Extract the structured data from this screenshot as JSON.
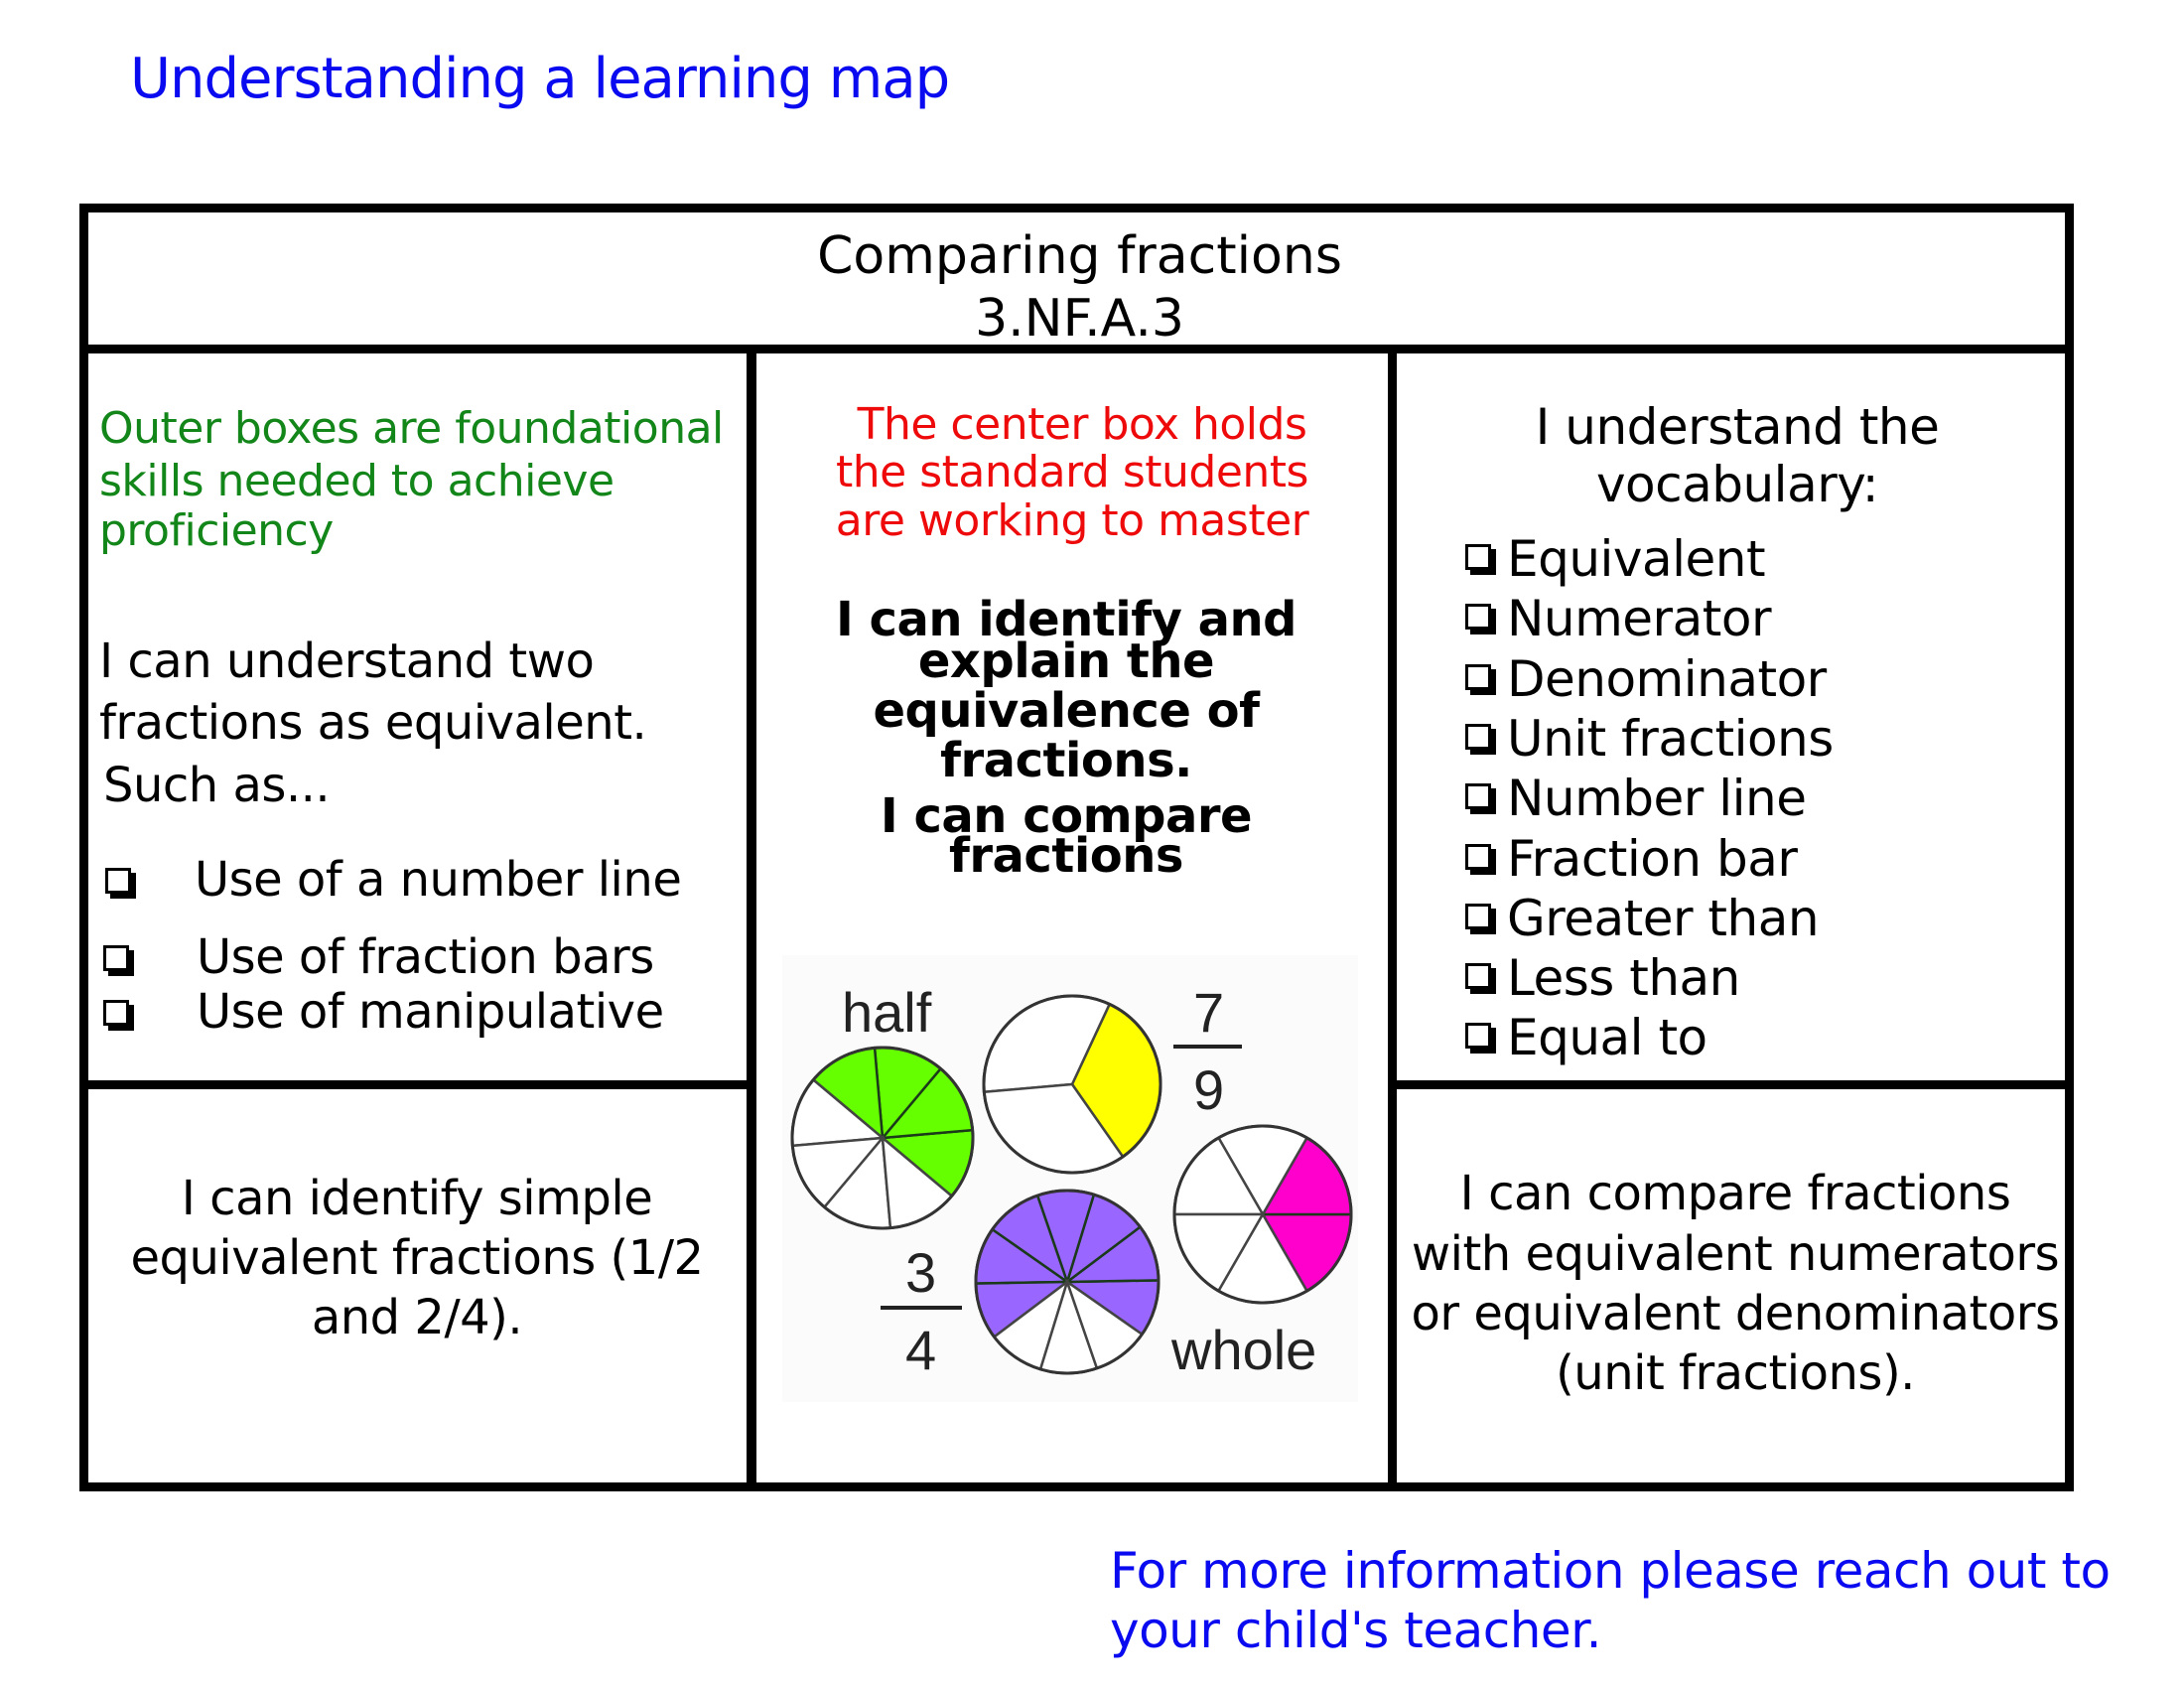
{
  "title": "Understanding a learning map",
  "standard": {
    "name": "Comparing fractions",
    "code": "3.NF.A.3"
  },
  "left_top": {
    "note_lines": [
      "Outer boxes are foundational",
      "skills needed to achieve",
      "proficiency"
    ],
    "statement_lines": [
      "I can understand two",
      "fractions as equivalent.",
      "Such as..."
    ],
    "checklist": [
      "Use of a number line",
      "Use of fraction bars",
      "Use of manipulative"
    ]
  },
  "left_bottom": {
    "lines": [
      "I can identify simple",
      "equivalent fractions (1/2",
      "and 2/4)."
    ]
  },
  "center": {
    "note_lines": [
      "The center box holds",
      "the standard students",
      "are working to master"
    ],
    "target1_lines": [
      "I can identify and",
      "explain the",
      "equivalence of",
      "fractions."
    ],
    "target2_lines": [
      "I can compare",
      "fractions"
    ],
    "illustration": {
      "labels": {
        "half": "half",
        "seven_ninths_num": "7",
        "seven_ninths_den": "9",
        "three_fourths_num": "3",
        "three_fourths_den": "4",
        "whole": "whole"
      },
      "pies": [
        {
          "name": "green-pie",
          "slices": 8,
          "shaded": 4,
          "color": "#66ff00"
        },
        {
          "name": "yellow-pie",
          "slices": 3,
          "shaded": 1,
          "color": "#ffff00"
        },
        {
          "name": "purple-pie",
          "slices": 10,
          "shaded": 7,
          "color": "#9966ff"
        },
        {
          "name": "magenta-pie",
          "slices": 6,
          "shaded": 2,
          "color": "#ff00cc"
        }
      ]
    }
  },
  "right_top": {
    "heading_lines": [
      "I understand the",
      "vocabulary:"
    ],
    "vocabulary": [
      "Equivalent",
      "Numerator",
      "Denominator",
      "Unit fractions",
      "Number line",
      "Fraction bar",
      "Greater than",
      "Less than",
      "Equal to"
    ]
  },
  "right_bottom": {
    "lines": [
      "I can compare fractions",
      "with equivalent numerators",
      "or equivalent denominators",
      "(unit fractions)."
    ]
  },
  "footer": {
    "lines": [
      "For more information please reach out to",
      "your child's teacher."
    ]
  },
  "colors": {
    "title_blue": "#0a0af0",
    "note_green": "#13861a",
    "note_red": "#ee0a0a",
    "border": "#000000"
  }
}
